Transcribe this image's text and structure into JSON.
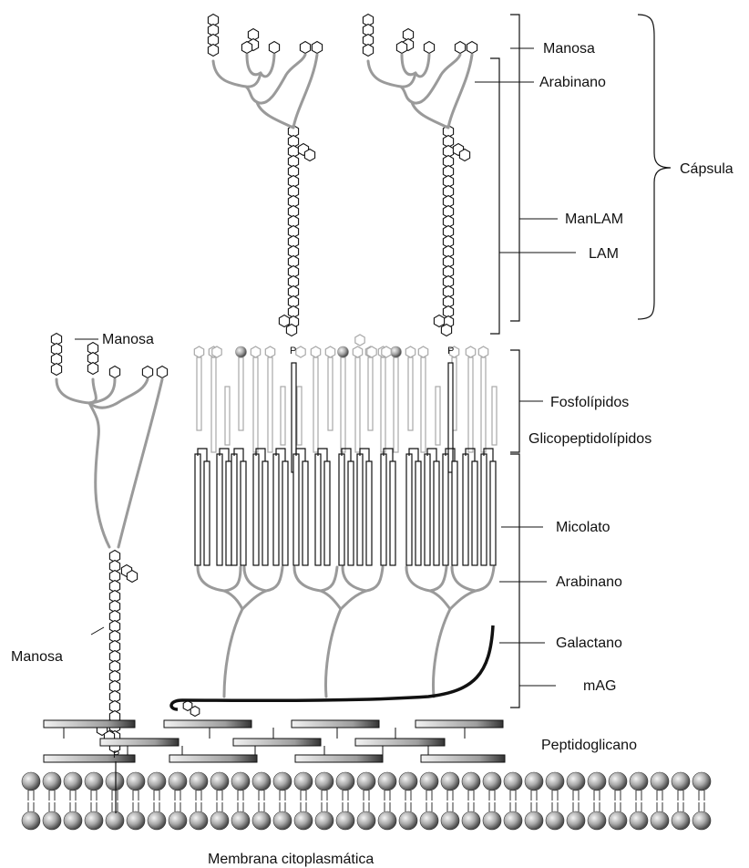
{
  "labels": {
    "manosa_top": "Manosa",
    "arabinano_top": "Arabinano",
    "capsula": "Cápsula",
    "manlam": "ManLAM",
    "lam": "LAM",
    "manosa_left_top": "Manosa",
    "fosfolipidos": "Fosfolípidos",
    "glicopeptidolipidos": "Glicopeptidolípidos",
    "micolato": "Micolato",
    "arabinano_mid": "Arabinano",
    "galactano": "Galactano",
    "mag": "mAG",
    "manosa_left_mid": "Manosa",
    "peptidoglicano": "Peptidoglicano",
    "membrana": "Membrana citoplasmática",
    "phosphate_symbol": "P"
  },
  "colors": {
    "stroke": "#111111",
    "branch_gray": "#9a9a9a",
    "lipid_light": "#a8a8a8"
  }
}
